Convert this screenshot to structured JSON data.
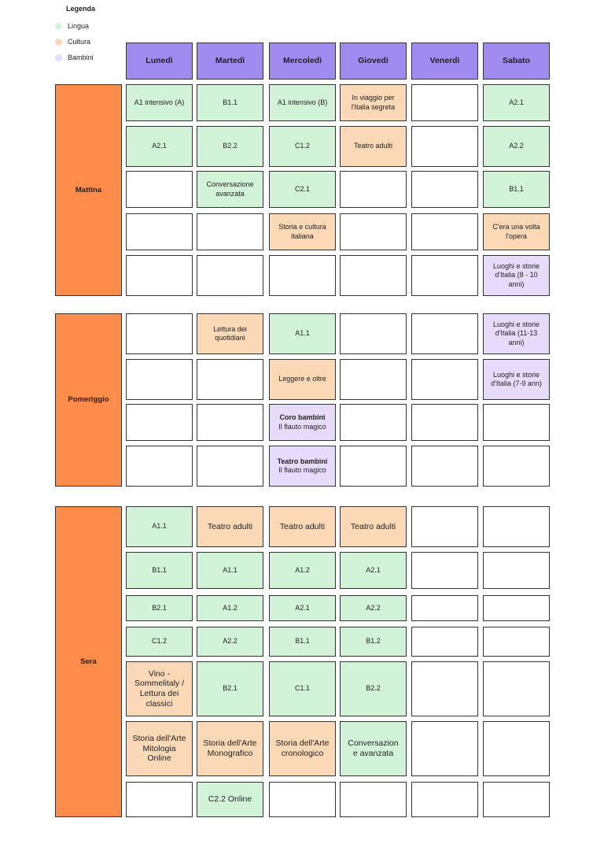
{
  "colors": {
    "lingua": "#d3f3d9",
    "cultura": "#fbd8b6",
    "bambini": "#e6dbfb",
    "header": "#a08bf0",
    "period": "#ff8c4b"
  },
  "legend": {
    "title": "Legenda",
    "items": [
      {
        "label": "Lingua",
        "color": "#d3f3d9"
      },
      {
        "label": "Cultura",
        "color": "#fbd8b6"
      },
      {
        "label": "Bambini",
        "color": "#e6dbfb"
      }
    ]
  },
  "days": [
    "Lunedì",
    "Martedì",
    "Mercoledì",
    "Giovedì",
    "Venerdì",
    "Sabato"
  ],
  "periods": [
    "Mattina",
    "Pomeriggio",
    "Sera"
  ],
  "mattina": [
    [
      {
        "c": "L",
        "t": "A1 intensivo (A)"
      },
      {
        "c": "L",
        "t": "B1.1"
      },
      {
        "c": "L",
        "t": "A1 intensivo (B)"
      },
      {
        "c": "C",
        "t": "In viaggio per l'Italia segreta"
      },
      {
        "c": "E",
        "t": ""
      },
      {
        "c": "L",
        "t": "A2.1"
      }
    ],
    [
      {
        "c": "L",
        "t": "A2.1"
      },
      {
        "c": "L",
        "t": "B2.2"
      },
      {
        "c": "L",
        "t": "C1.2"
      },
      {
        "c": "C",
        "t": "Teatro adulti"
      },
      {
        "c": "E",
        "t": ""
      },
      {
        "c": "L",
        "t": "A2.2"
      }
    ],
    [
      {
        "c": "E",
        "t": ""
      },
      {
        "c": "L",
        "t": "Conversazione avanzata"
      },
      {
        "c": "L",
        "t": "C2.1"
      },
      {
        "c": "E",
        "t": ""
      },
      {
        "c": "E",
        "t": ""
      },
      {
        "c": "L",
        "t": "B1.1"
      }
    ],
    [
      {
        "c": "E",
        "t": ""
      },
      {
        "c": "E",
        "t": ""
      },
      {
        "c": "C",
        "t": "Storia e cultura italiana"
      },
      {
        "c": "E",
        "t": ""
      },
      {
        "c": "E",
        "t": ""
      },
      {
        "c": "C",
        "t": "C'era una volta l'opera"
      }
    ],
    [
      {
        "c": "E",
        "t": ""
      },
      {
        "c": "E",
        "t": ""
      },
      {
        "c": "E",
        "t": ""
      },
      {
        "c": "E",
        "t": ""
      },
      {
        "c": "E",
        "t": ""
      },
      {
        "c": "B",
        "t": "Luoghi e storie d'Italia (8 - 10 anni)"
      }
    ]
  ],
  "pomeriggio": [
    [
      {
        "c": "E",
        "t": ""
      },
      {
        "c": "C",
        "t": "Lettura dei quotidiani"
      },
      {
        "c": "L",
        "t": "A1.1"
      },
      {
        "c": "E",
        "t": ""
      },
      {
        "c": "E",
        "t": ""
      },
      {
        "c": "B",
        "t": "Luoghi e storie d'Italia (11-13 anni)"
      }
    ],
    [
      {
        "c": "E",
        "t": ""
      },
      {
        "c": "E",
        "t": ""
      },
      {
        "c": "C",
        "t": "Leggere e oltre"
      },
      {
        "c": "E",
        "t": ""
      },
      {
        "c": "E",
        "t": ""
      },
      {
        "c": "B",
        "t": "Luoghi e storie d'Italia (7-9 ann)"
      }
    ],
    [
      {
        "c": "E",
        "t": ""
      },
      {
        "c": "E",
        "t": ""
      },
      {
        "c": "B",
        "h": "Coro bambini",
        "t": "Il flauto magico"
      },
      {
        "c": "E",
        "t": ""
      },
      {
        "c": "E",
        "t": ""
      },
      {
        "c": "E",
        "t": ""
      }
    ],
    [
      {
        "c": "E",
        "t": ""
      },
      {
        "c": "E",
        "t": ""
      },
      {
        "c": "B",
        "h": "Teatro bambini",
        "t": "Il flauto magico"
      },
      {
        "c": "E",
        "t": ""
      },
      {
        "c": "E",
        "t": ""
      },
      {
        "c": "E",
        "t": ""
      }
    ]
  ],
  "sera": [
    [
      {
        "c": "L",
        "t": "A1.1"
      },
      {
        "c": "C",
        "t": "Teatro adulti",
        "big": true
      },
      {
        "c": "C",
        "t": "Teatro adulti",
        "big": true
      },
      {
        "c": "C",
        "t": "Teatro adulti",
        "big": true
      },
      {
        "c": "E",
        "t": ""
      },
      {
        "c": "E",
        "t": ""
      }
    ],
    [
      {
        "c": "L",
        "t": "B1.1"
      },
      {
        "c": "L",
        "t": "A1.1"
      },
      {
        "c": "L",
        "t": "A1.2"
      },
      {
        "c": "L",
        "t": "A2.1"
      },
      {
        "c": "E",
        "t": ""
      },
      {
        "c": "E",
        "t": ""
      }
    ],
    [
      {
        "c": "L",
        "t": "B2.1"
      },
      {
        "c": "L",
        "t": "A1.2"
      },
      {
        "c": "L",
        "t": "A2.1"
      },
      {
        "c": "L",
        "t": "A2.2"
      },
      {
        "c": "E",
        "t": ""
      },
      {
        "c": "E",
        "t": ""
      }
    ],
    [
      {
        "c": "L",
        "t": "C1.2"
      },
      {
        "c": "L",
        "t": "A2.2"
      },
      {
        "c": "L",
        "t": "B1.1"
      },
      {
        "c": "L",
        "t": "B1.2"
      },
      {
        "c": "E",
        "t": ""
      },
      {
        "c": "E",
        "t": ""
      }
    ],
    [
      {
        "c": "C",
        "t": "Vino - Sommelitaly / Lettura dei classici",
        "big": true
      },
      {
        "c": "L",
        "t": "B2.1"
      },
      {
        "c": "L",
        "t": "C1.1"
      },
      {
        "c": "L",
        "t": "B2.2"
      },
      {
        "c": "E",
        "t": ""
      },
      {
        "c": "E",
        "t": ""
      }
    ],
    [
      {
        "c": "C",
        "t": "Storia dell'Arte Mitologia Online",
        "big": true
      },
      {
        "c": "C",
        "t": "Storia dell'Arte Monografico",
        "big": true
      },
      {
        "c": "C",
        "t": "Storia dell'Arte cronologico",
        "big": true
      },
      {
        "c": "L",
        "t": "Conversazion e avanzata",
        "big": true
      },
      {
        "c": "E",
        "t": ""
      },
      {
        "c": "E",
        "t": ""
      }
    ],
    [
      {
        "c": "E",
        "t": ""
      },
      {
        "c": "L",
        "t": "C2.2 Online",
        "big": true
      },
      {
        "c": "E",
        "t": ""
      },
      {
        "c": "E",
        "t": ""
      },
      {
        "c": "E",
        "t": ""
      },
      {
        "c": "E",
        "t": ""
      }
    ]
  ]
}
